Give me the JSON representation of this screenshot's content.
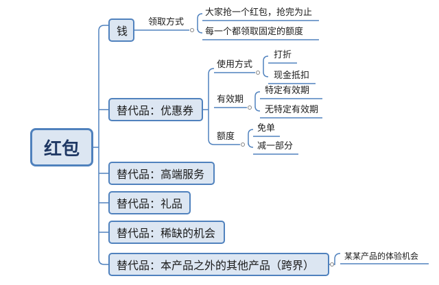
{
  "root": "红包",
  "branches": {
    "money": {
      "label": "钱",
      "method": {
        "label": "领取方式",
        "items": [
          "大家抢一个红包，抢完为止",
          "每一个都领取固定的额度"
        ]
      }
    },
    "coupon": {
      "label": "替代品：优惠券",
      "usage": {
        "label": "使用方式",
        "items": [
          "打折",
          "现金抵扣"
        ]
      },
      "validity": {
        "label": "有效期",
        "items": [
          "特定有效期",
          "无特定有效期"
        ]
      },
      "amount": {
        "label": "额度",
        "items": [
          "免单",
          "减一部分"
        ]
      }
    },
    "service": {
      "label": "替代品：高端服务"
    },
    "gift": {
      "label": "替代品：礼品"
    },
    "chance": {
      "label": "替代品：稀缺的机会"
    },
    "crossover": {
      "label": "替代品：本产品之外的其他产品（跨界）",
      "items": [
        "某某产品的体验机会"
      ]
    }
  },
  "colors": {
    "node_fill": "#dce6f2",
    "node_border": "#4f81bd",
    "connector": "#4f81bd",
    "leaf_underline": "#4f81bd",
    "collapse_dot": "#808080"
  }
}
